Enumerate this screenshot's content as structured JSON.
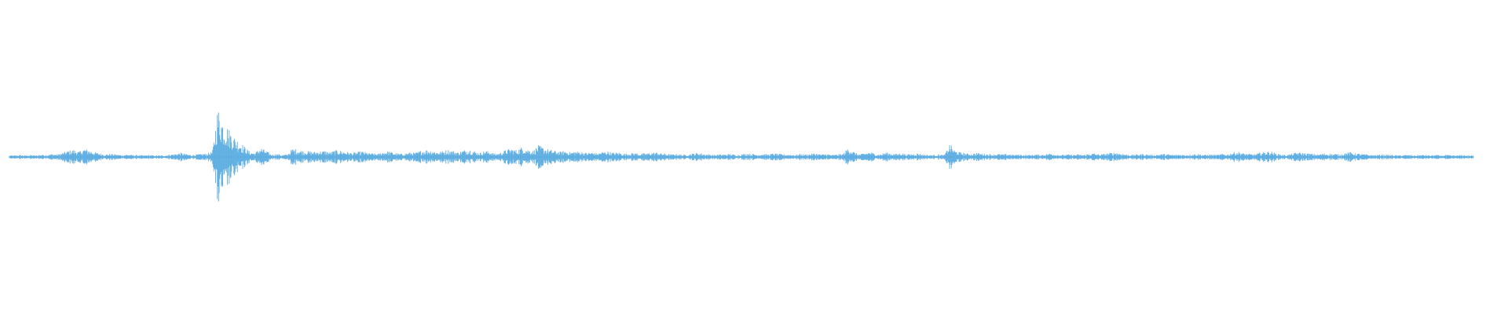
{
  "waveform": {
    "color": "#5dade2",
    "background": "#ffffff",
    "envelope": [
      0.03,
      0.03,
      0.04,
      0.03,
      0.04,
      0.03,
      0.05,
      0.04,
      0.06,
      0.05,
      0.08,
      0.12,
      0.14,
      0.1,
      0.16,
      0.13,
      0.09,
      0.07,
      0.05,
      0.06,
      0.05,
      0.04,
      0.05,
      0.04,
      0.04,
      0.03,
      0.04,
      0.03,
      0.03,
      0.03,
      0.05,
      0.06,
      0.08,
      0.06,
      0.04,
      0.05,
      0.06,
      0.07,
      0.1,
      0.95,
      0.7,
      0.55,
      0.4,
      0.3,
      0.2,
      0.1,
      0.08,
      0.18,
      0.12,
      0.05,
      0.06,
      0.04,
      0.05,
      0.16,
      0.14,
      0.12,
      0.11,
      0.1,
      0.11,
      0.12,
      0.09,
      0.13,
      0.12,
      0.1,
      0.08,
      0.09,
      0.11,
      0.08,
      0.07,
      0.06,
      0.1,
      0.11,
      0.08,
      0.06,
      0.07,
      0.09,
      0.08,
      0.12,
      0.14,
      0.13,
      0.1,
      0.11,
      0.14,
      0.12,
      0.09,
      0.13,
      0.15,
      0.11,
      0.08,
      0.12,
      0.1,
      0.06,
      0.09,
      0.14,
      0.16,
      0.13,
      0.2,
      0.15,
      0.12,
      0.22,
      0.18,
      0.14,
      0.12,
      0.1,
      0.12,
      0.09,
      0.11,
      0.1,
      0.08,
      0.09,
      0.07,
      0.1,
      0.11,
      0.08,
      0.09,
      0.06,
      0.07,
      0.08,
      0.06,
      0.07,
      0.08,
      0.09,
      0.07,
      0.06,
      0.05,
      0.06,
      0.04,
      0.05,
      0.07,
      0.08,
      0.06,
      0.05,
      0.04,
      0.05,
      0.05,
      0.06,
      0.04,
      0.05,
      0.07,
      0.06,
      0.05,
      0.06,
      0.05,
      0.07,
      0.06,
      0.05,
      0.05,
      0.04,
      0.06,
      0.05,
      0.06,
      0.07,
      0.05,
      0.06,
      0.04,
      0.05,
      0.06,
      0.18,
      0.1,
      0.05,
      0.07,
      0.1,
      0.06,
      0.05,
      0.09,
      0.07,
      0.06,
      0.08,
      0.05,
      0.06,
      0.07,
      0.05,
      0.04,
      0.04,
      0.05,
      0.04,
      0.25,
      0.12,
      0.09,
      0.07,
      0.06,
      0.08,
      0.07,
      0.06,
      0.05,
      0.06,
      0.05,
      0.06,
      0.04,
      0.05,
      0.04,
      0.04,
      0.05,
      0.04,
      0.06,
      0.07,
      0.05,
      0.04,
      0.05,
      0.04,
      0.05,
      0.04,
      0.06,
      0.07,
      0.05,
      0.06,
      0.08,
      0.09,
      0.07,
      0.05,
      0.04,
      0.05,
      0.06,
      0.05,
      0.04,
      0.05,
      0.06,
      0.05,
      0.04,
      0.05,
      0.04,
      0.05,
      0.06,
      0.05,
      0.04,
      0.05,
      0.04,
      0.06,
      0.05,
      0.09,
      0.1,
      0.07,
      0.06,
      0.05,
      0.08,
      0.1,
      0.11,
      0.07,
      0.05,
      0.04,
      0.06,
      0.09,
      0.08,
      0.07,
      0.06,
      0.05,
      0.07,
      0.06,
      0.06,
      0.05,
      0.08,
      0.09,
      0.07,
      0.06,
      0.05,
      0.04,
      0.04,
      0.05,
      0.04,
      0.04,
      0.03,
      0.04,
      0.04,
      0.03,
      0.04,
      0.04,
      0.03,
      0.04,
      0.03,
      0.04,
      0.03,
      0.03,
      0.04,
      0.03,
      0.03
    ]
  }
}
